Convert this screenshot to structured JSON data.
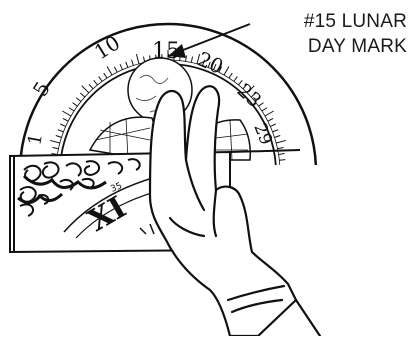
{
  "callout": {
    "line1": "#15 LUNAR",
    "line2": "DAY MARK"
  },
  "dial": {
    "numbers": [
      "1",
      "5",
      "10",
      "15",
      "20",
      "23",
      "29"
    ]
  },
  "colors": {
    "ink": "#111111",
    "paper": "#ffffff"
  }
}
